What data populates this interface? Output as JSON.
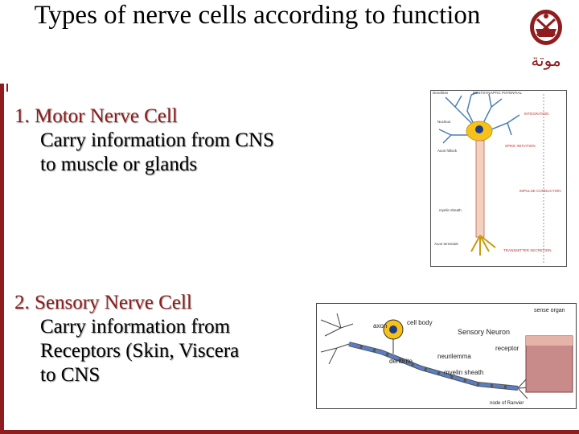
{
  "slide": {
    "title": "Types of nerve cells according to function",
    "logo": {
      "icon": "university-crest-icon",
      "text": "موتة"
    }
  },
  "items": [
    {
      "heading": "1. Motor Nerve Cell",
      "lines": [
        "Carry information from CNS",
        "to muscle or glands"
      ]
    },
    {
      "heading": "2. Sensory Nerve Cell",
      "lines": [
        "Carry information from",
        "Receptors (Skin, Viscera",
        "to CNS"
      ]
    }
  ],
  "motor_figure": {
    "labels": {
      "dendrites": "Dendrites",
      "postsynaptic": "POSTSYNAPTIC POTENTIAL",
      "integration": "INTEGRATION",
      "nucleus": "Nucleus",
      "axon_hillock": "Axon hillock",
      "initiation": "SPIKE INITIATION",
      "myelin": "myelin sheath",
      "conduction": "IMPULSE CONDUCTION",
      "terminals": "Axon terminals",
      "transmitter": "TRANSMITTER SECRETION"
    }
  },
  "sensory_figure": {
    "labels": {
      "axon": "axon",
      "cell_body": "cell body",
      "dendrite": "dendrite",
      "title": "Sensory Neuron",
      "neurilemma": "neurilemma",
      "myelin": "myelin sheath",
      "node": "node of Ranvier",
      "receptor": "receptor",
      "sense_organ": "sense organ"
    }
  },
  "colors": {
    "accent": "#8f1d1d",
    "soma": "#f6c21a",
    "node": "#1a3d8a"
  }
}
